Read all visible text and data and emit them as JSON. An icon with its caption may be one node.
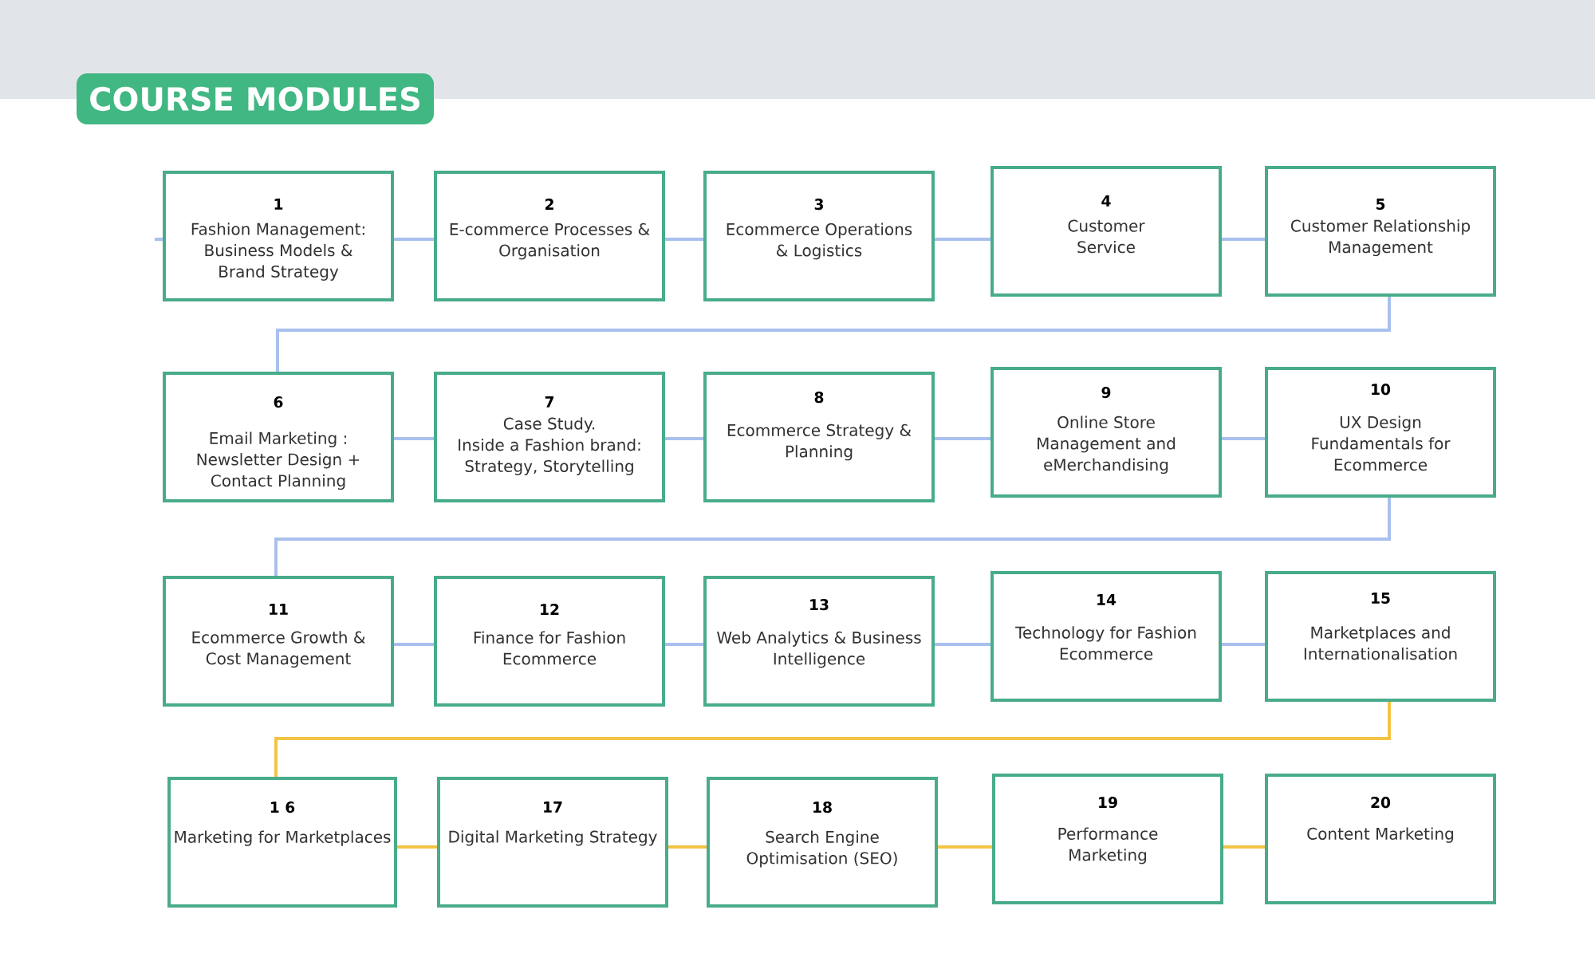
{
  "diagram": {
    "title": "COURSE MODULES",
    "nodes": [
      {
        "text": [
          "1",
          "Fashion Management: Business Models & Brand Strategy"
        ]
      },
      {
        "text": [
          "2",
          "E-commerce Processes & Organisation"
        ]
      },
      {
        "text": [
          "3",
          "Ecommerce Operations & Logistics"
        ]
      },
      {
        "text": [
          "4",
          "Customer Service"
        ]
      },
      {
        "text": [
          "5",
          "Customer Relationship Management"
        ]
      },
      {
        "text": [
          "6",
          "Email Marketing : Newsletter Design + Contact Planning"
        ]
      },
      {
        "text": [
          "7",
          "Case Study.",
          "Inside a Fashion brand: Strategy, Storytelling"
        ]
      },
      {
        "text": [
          "8",
          "Ecommerce Strategy & Planning"
        ]
      },
      {
        "text": [
          "9",
          "Online Store Management and eMerchandising"
        ]
      },
      {
        "text": [
          "10",
          "UX Design Fundamentals for Ecommerce"
        ]
      },
      {
        "text": [
          "11",
          "Ecommerce Growth & Cost Management"
        ]
      },
      {
        "text": [
          "12",
          "Finance for Fashion Ecommerce"
        ]
      },
      {
        "text": [
          "13",
          "Web Analytics & Business Intelligence"
        ]
      },
      {
        "text": [
          "14",
          "Technology for Fashion Ecommerce"
        ]
      },
      {
        "text": [
          "15",
          "Marketplaces and Internationalisation"
        ]
      },
      {
        "text": [
          "1 6",
          "Marketing for Marketplaces"
        ]
      },
      {
        "text": [
          "17",
          "Digital Marketing Strategy"
        ]
      },
      {
        "text": [
          "18",
          "Search Engine Optimisation (SEO)"
        ]
      },
      {
        "text": [
          "19",
          "Performance Marketing"
        ]
      },
      {
        "text": [
          "20",
          "Content Marketing"
        ]
      }
    ],
    "edges": [
      {
        "from": null,
        "to": 0,
        "arrow": "none"
      },
      {
        "from": 0,
        "to": 1,
        "arrow": "none"
      },
      {
        "from": 1,
        "to": 2,
        "arrow": "none"
      },
      {
        "from": 2,
        "to": 3,
        "arrow": "none"
      },
      {
        "from": 3,
        "to": 4,
        "arrow": "none"
      },
      {
        "from": 4,
        "to": 5,
        "arrow": "none"
      },
      {
        "from": 5,
        "to": 6,
        "arrow": "none"
      },
      {
        "from": 6,
        "to": 7,
        "arrow": "none"
      },
      {
        "from": 7,
        "to": 8,
        "arrow": "none"
      },
      {
        "from": 8,
        "to": 9,
        "arrow": "none"
      },
      {
        "from": 9,
        "to": 10,
        "arrow": "none"
      },
      {
        "from": 10,
        "to": 11,
        "arrow": "none"
      },
      {
        "from": 11,
        "to": 12,
        "arrow": "none"
      },
      {
        "from": 12,
        "to": 13,
        "arrow": "none"
      },
      {
        "from": 13,
        "to": 14,
        "arrow": "none"
      },
      {
        "from": 14,
        "to": 15,
        "arrow": "none",
        "color": "#f3c346"
      },
      {
        "from": 15,
        "to": 16,
        "arrow": "none",
        "color": "#f3c346"
      },
      {
        "from": 16,
        "to": 17,
        "arrow": "none",
        "color": "#f3c346"
      },
      {
        "from": 17,
        "to": 18,
        "arrow": "none",
        "color": "#f3c346"
      },
      {
        "from": 18,
        "to": 19,
        "arrow": "none",
        "color": "#f3c346"
      }
    ]
  }
}
